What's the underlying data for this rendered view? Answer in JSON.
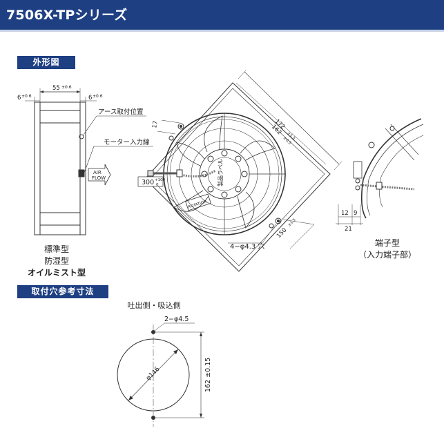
{
  "header": {
    "title": "7506X-TPシリーズ",
    "bg_color": "#1e3f82"
  },
  "sections": {
    "outline": "外形図",
    "mounting_holes": "取付穴参考寸法"
  },
  "side_view": {
    "dim_width": "55",
    "dim_width_tol": "±0.6",
    "dim_flange_left": "6",
    "dim_flange_right": "6",
    "dim_flange_tol": "±0.6",
    "note_ground": "アース取付位置",
    "note_lead": "モーター入力線",
    "airflow": [
      "AIR",
      "FLOW"
    ]
  },
  "front_view": {
    "lead_length": "300",
    "lead_tol_plus": "+100",
    "lead_tol_minus": "0",
    "dim_17": "17",
    "dim_172": "172",
    "dim_172_tol": "±1.5",
    "dim_162": "162",
    "dim_162_tol": "±0.5",
    "dim_150": "150",
    "dim_150_tol": "±1.5",
    "holes": "4−φ4.3 穴",
    "label_text": "製品ラベル",
    "rating_label": "ROTATION"
  },
  "captions_left": [
    "標準型",
    "防湿型",
    "オイルミスト型"
  ],
  "captions_right": [
    "端子型",
    "（入力端子部）"
  ],
  "terminal_view": {
    "dim_12": "12",
    "dim_9": "9",
    "dim_21": "21"
  },
  "hole_view": {
    "side": "吐出側・吸込側",
    "holes": "2−φ4.5",
    "diameter": "φ146",
    "pitch": "162 ±0.15"
  }
}
